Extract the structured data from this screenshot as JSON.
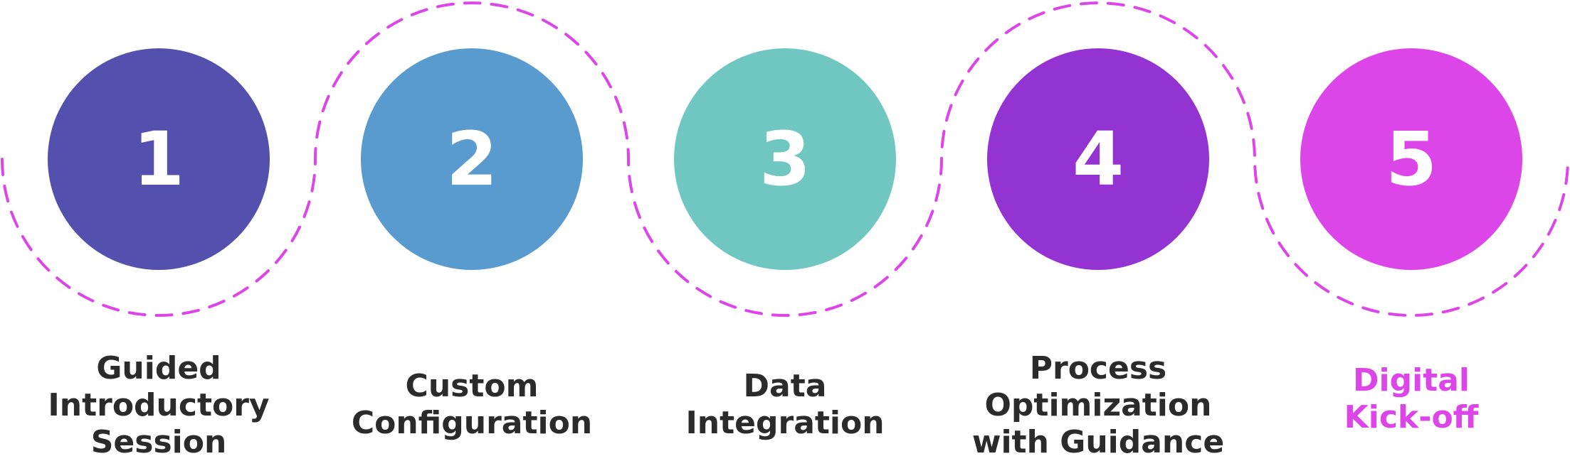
{
  "diagram": {
    "accent_dash_color": "#dc45e8",
    "label_color": "#2b2b2b",
    "steps": [
      {
        "number": "1",
        "color": "#5350ae",
        "label_lines": [
          "Guided",
          "Introductory",
          "Session"
        ],
        "label_color": "#2b2b2b"
      },
      {
        "number": "2",
        "color": "#5a9bcf",
        "label_lines": [
          "Custom",
          "Configuration"
        ],
        "label_color": "#2b2b2b"
      },
      {
        "number": "3",
        "color": "#70c6c0",
        "label_lines": [
          "Data",
          "Integration"
        ],
        "label_color": "#2b2b2b"
      },
      {
        "number": "4",
        "color": "#9334d2",
        "label_lines": [
          "Process",
          "Optimization",
          "with Guidance"
        ],
        "label_color": "#2b2b2b"
      },
      {
        "number": "5",
        "color": "#dc45e8",
        "label_lines": [
          "Digital",
          "Kick-off"
        ],
        "label_color": "#dc45e8"
      }
    ]
  }
}
